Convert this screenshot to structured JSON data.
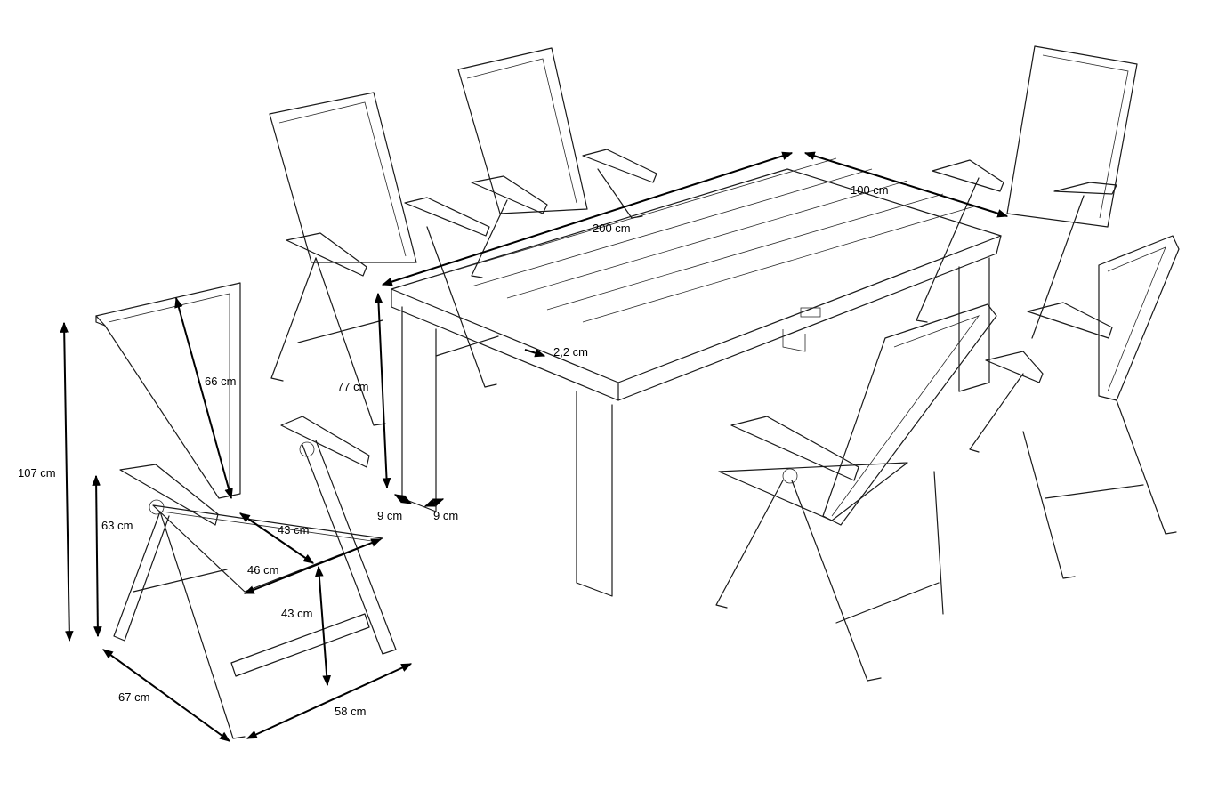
{
  "dimensions": {
    "chair_height": "107 cm",
    "backrest_height": "66 cm",
    "armrest_height": "63 cm",
    "seat_depth": "43 cm",
    "seat_width": "46 cm",
    "seat_height": "43 cm",
    "chair_depth": "67 cm",
    "chair_width": "58 cm",
    "table_length": "200 cm",
    "table_width": "100 cm",
    "table_height": "77 cm",
    "top_thickness": "2,2 cm",
    "leg_width": "9 cm",
    "leg_depth": "9 cm"
  }
}
